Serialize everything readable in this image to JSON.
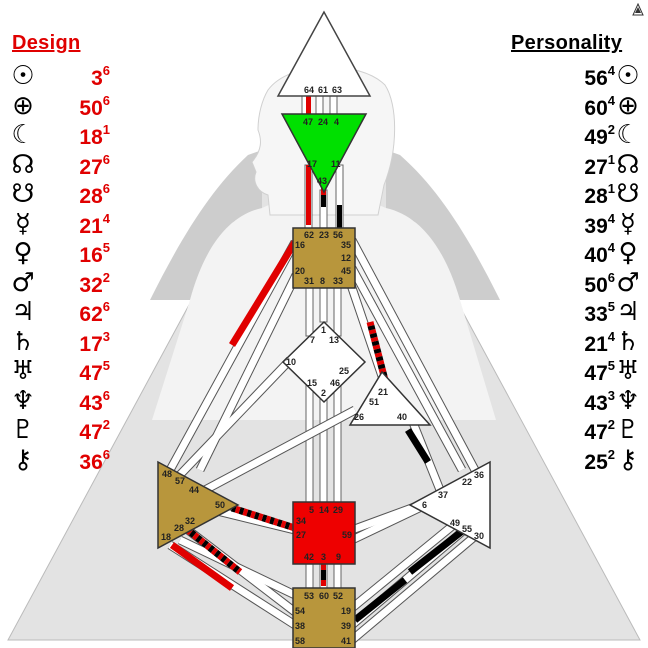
{
  "design": {
    "title": "Design",
    "rows": [
      {
        "glyph": "☉",
        "gate": "3",
        "line": "6",
        "planet": "sun"
      },
      {
        "glyph": "⊕",
        "gate": "50",
        "line": "6",
        "planet": "earth"
      },
      {
        "glyph": "☾",
        "gate": "18",
        "line": "1",
        "planet": "moon"
      },
      {
        "glyph": "☊",
        "gate": "27",
        "line": "6",
        "planet": "north-node"
      },
      {
        "glyph": "☋",
        "gate": "28",
        "line": "6",
        "planet": "south-node"
      },
      {
        "glyph": "☿",
        "gate": "21",
        "line": "4",
        "planet": "mercury"
      },
      {
        "glyph": "♀",
        "gate": "16",
        "line": "5",
        "planet": "venus"
      },
      {
        "glyph": "♂",
        "gate": "32",
        "line": "2",
        "planet": "mars"
      },
      {
        "glyph": "♃",
        "gate": "62",
        "line": "6",
        "planet": "jupiter"
      },
      {
        "glyph": "♄",
        "gate": "17",
        "line": "3",
        "planet": "saturn"
      },
      {
        "glyph": "♅",
        "gate": "47",
        "line": "5",
        "planet": "uranus"
      },
      {
        "glyph": "♆",
        "gate": "43",
        "line": "6",
        "planet": "neptune"
      },
      {
        "glyph": "♇",
        "gate": "47",
        "line": "2",
        "planet": "pluto"
      },
      {
        "glyph": "⚷",
        "gate": "36",
        "line": "6",
        "planet": "chiron"
      }
    ]
  },
  "personality": {
    "title": "Personality",
    "rows": [
      {
        "glyph": "☉",
        "gate": "56",
        "line": "4",
        "planet": "sun"
      },
      {
        "glyph": "⊕",
        "gate": "60",
        "line": "4",
        "planet": "earth"
      },
      {
        "glyph": "☾",
        "gate": "49",
        "line": "2",
        "planet": "moon"
      },
      {
        "glyph": "☊",
        "gate": "27",
        "line": "1",
        "planet": "north-node"
      },
      {
        "glyph": "☋",
        "gate": "28",
        "line": "1",
        "planet": "south-node"
      },
      {
        "glyph": "☿",
        "gate": "39",
        "line": "4",
        "planet": "mercury"
      },
      {
        "glyph": "♀",
        "gate": "40",
        "line": "4",
        "planet": "venus"
      },
      {
        "glyph": "♂",
        "gate": "50",
        "line": "6",
        "planet": "mars"
      },
      {
        "glyph": "♃",
        "gate": "33",
        "line": "5",
        "planet": "jupiter"
      },
      {
        "glyph": "♄",
        "gate": "21",
        "line": "4",
        "planet": "saturn"
      },
      {
        "glyph": "♅",
        "gate": "47",
        "line": "5",
        "planet": "uranus"
      },
      {
        "glyph": "♆",
        "gate": "43",
        "line": "3",
        "planet": "neptune"
      },
      {
        "glyph": "♇",
        "gate": "47",
        "line": "2",
        "planet": "pluto"
      },
      {
        "glyph": "⚷",
        "gate": "25",
        "line": "2",
        "planet": "chiron"
      }
    ]
  },
  "colors": {
    "design": "#e00000",
    "personality": "#000000",
    "head_defined": "#ffffff",
    "ajna_defined": "#00e000",
    "gold_center": "#b8963c",
    "sacral_defined": "#ee0000",
    "undefined_center": "#ffffff",
    "silhouette": "#c8c8c8",
    "triangle_bg": "#e4e4e4"
  },
  "gates": {
    "head": [
      "64",
      "61",
      "63"
    ],
    "ajna": [
      "47",
      "24",
      "4",
      "17",
      "11",
      "43"
    ],
    "throat": [
      "62",
      "23",
      "56",
      "16",
      "35",
      "12",
      "45",
      "20",
      "31",
      "8",
      "33"
    ],
    "g": [
      "1",
      "7",
      "13",
      "10",
      "15",
      "2",
      "46",
      "25"
    ],
    "heart": [
      "21",
      "51",
      "26",
      "40"
    ],
    "spleen": [
      "48",
      "57",
      "44",
      "50",
      "32",
      "28",
      "18"
    ],
    "sacral": [
      "5",
      "14",
      "29",
      "34",
      "27",
      "59",
      "42",
      "3",
      "9"
    ],
    "solar": [
      "36",
      "22",
      "37",
      "6",
      "49",
      "55",
      "30"
    ],
    "root": [
      "53",
      "60",
      "52",
      "54",
      "19",
      "38",
      "39",
      "58",
      "41"
    ]
  }
}
